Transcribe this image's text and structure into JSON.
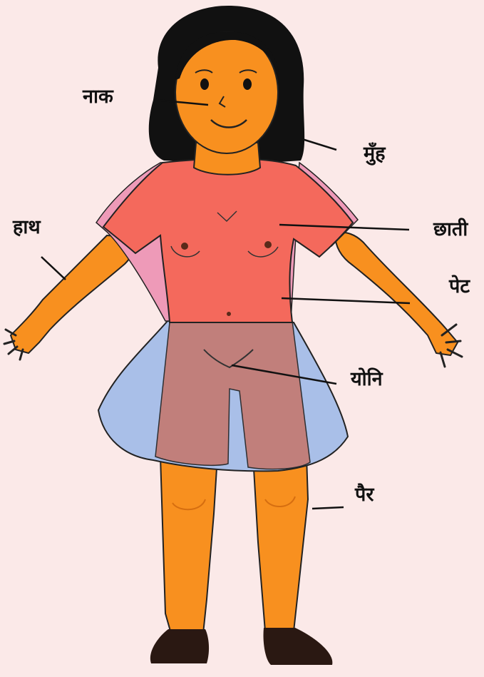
{
  "diagram": {
    "labels": {
      "nose": "नाक",
      "mouth": "मुँह",
      "hand": "हाथ",
      "chest": "छाती",
      "belly": "पेट",
      "vagina": "योनि",
      "leg": "पैर"
    },
    "colors": {
      "background": "#fbe9e8",
      "skin": "#f8901f",
      "hair": "#111111",
      "shirt": "#f4695c",
      "shirt_side": "#ee9ab8",
      "skirt": "#a9bfe8",
      "shorts": "#c47a72",
      "shoes": "#2a1812",
      "pointer_line": "#111111"
    }
  }
}
